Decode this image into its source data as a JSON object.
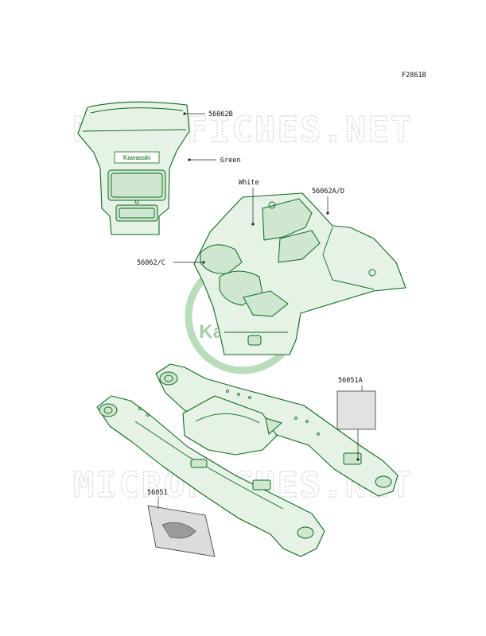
{
  "figure_code": "F2861B",
  "watermark": {
    "text": "MICROFICHES.NET",
    "logo_text": "Kawasaki"
  },
  "labels": {
    "headlight_cover_part": "56062B",
    "headlight_color": "Green",
    "headlight_brand": "Kawasaki",
    "shroud_color": "White",
    "shroud_upper_part": "56062A/D",
    "shroud_lower_part": "56062/C",
    "swingarm_right_part": "56051A",
    "swingarm_left_part": "56051"
  },
  "colors": {
    "outline": "#0a6b1c",
    "fill_light": "#e6f2e6",
    "fill_mid": "#cfe6d0",
    "watermark": "#d2d2d2",
    "logo": "#b9dcb9"
  }
}
